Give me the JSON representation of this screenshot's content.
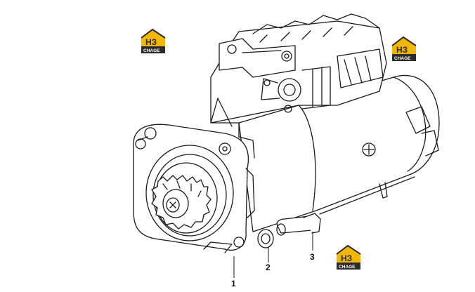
{
  "watermarks": [
    {
      "brand": "НЗ",
      "sub": "CHAGE",
      "icon": "house-logo-icon",
      "accent": "#F2B705"
    },
    {
      "brand": "НЗ",
      "sub": "CHAGE",
      "icon": "house-logo-icon",
      "accent": "#F2B705"
    },
    {
      "brand": "НЗ",
      "sub": "CHAGE",
      "icon": "house-logo-icon",
      "accent": "#F2B705"
    }
  ],
  "callouts": [
    {
      "number": "1",
      "part": "starter-motor"
    },
    {
      "number": "2",
      "part": "washer"
    },
    {
      "number": "3",
      "part": "bolt"
    }
  ],
  "colors": {
    "line": "#1a1a1a",
    "background": "#ffffff",
    "logo_dark": "#2b2b2b"
  }
}
